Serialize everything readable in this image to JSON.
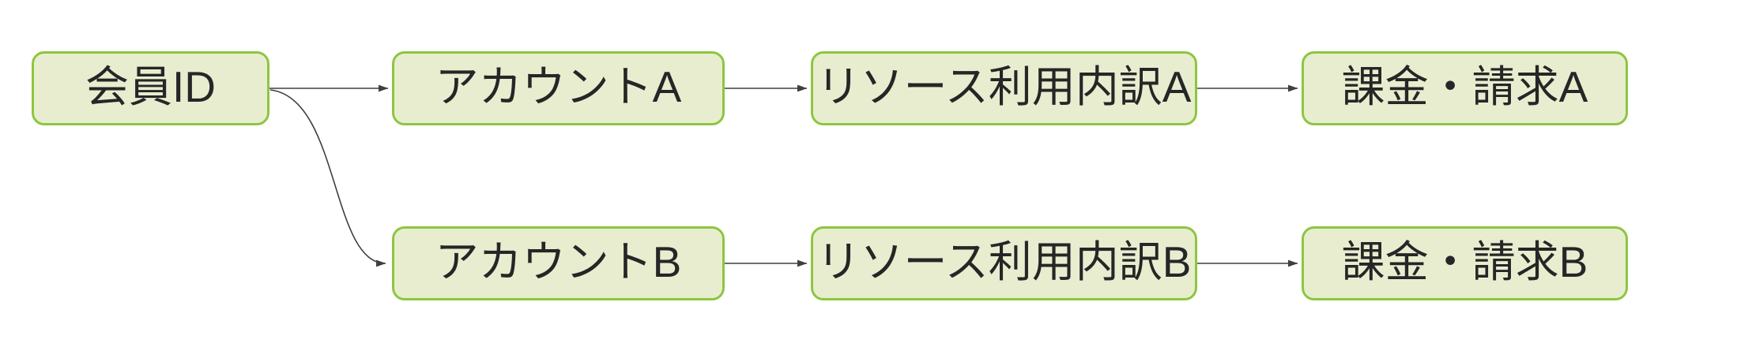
{
  "diagram": {
    "description": "account-billing-flow",
    "nodes": [
      {
        "id": "member-id",
        "label": "会員ID"
      },
      {
        "id": "account-a",
        "label": "アカウントA"
      },
      {
        "id": "resource-usage-a",
        "label": "リソース利用内訳A"
      },
      {
        "id": "billing-a",
        "label": "課金・請求A"
      },
      {
        "id": "account-b",
        "label": "アカウントB"
      },
      {
        "id": "resource-usage-b",
        "label": "リソース利用内訳B"
      },
      {
        "id": "billing-b",
        "label": "課金・請求B"
      }
    ],
    "edges": [
      {
        "from": "member-id",
        "to": "account-a"
      },
      {
        "from": "member-id",
        "to": "account-b"
      },
      {
        "from": "account-a",
        "to": "resource-usage-a"
      },
      {
        "from": "resource-usage-a",
        "to": "billing-a"
      },
      {
        "from": "account-b",
        "to": "resource-usage-b"
      },
      {
        "from": "resource-usage-b",
        "to": "billing-b"
      }
    ],
    "colors": {
      "node_fill": "#e9edd0",
      "node_border": "#8dc63f",
      "arrow_color": "#3f3f3f",
      "text_color": "#262626",
      "background": "#ffffff"
    }
  }
}
